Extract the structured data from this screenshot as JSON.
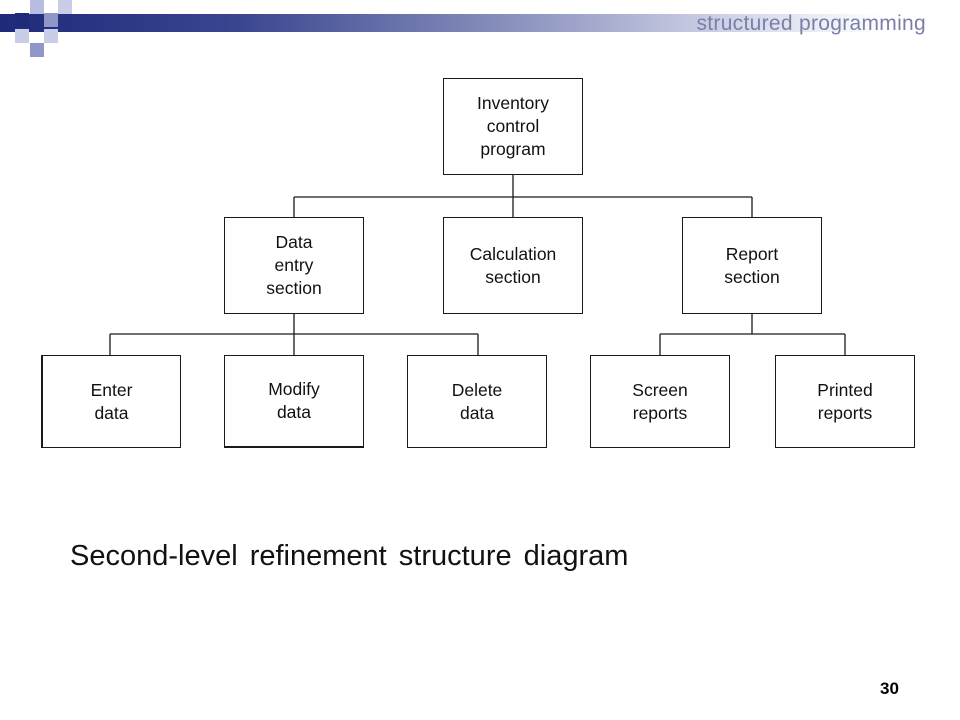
{
  "header": {
    "title": "structured programming",
    "bar_gradient": [
      "#1f2a7a",
      "#3a4690",
      "#8f96c0",
      "#d6d9ea",
      "#ffffff"
    ]
  },
  "diagram": {
    "root": {
      "label": "Inventory\ncontrol\nprogram"
    },
    "level2": [
      {
        "label": "Data\nentry\nsection"
      },
      {
        "label": "Calculation\nsection"
      },
      {
        "label": "Report\nsection"
      }
    ],
    "level3": [
      {
        "label": "Enter\ndata"
      },
      {
        "label": "Modify\ndata"
      },
      {
        "label": "Delete\ndata"
      },
      {
        "label": "Screen\nreports"
      },
      {
        "label": "Printed\nreports"
      }
    ]
  },
  "caption": "Second-level refinement structure diagram",
  "page_number": "30"
}
